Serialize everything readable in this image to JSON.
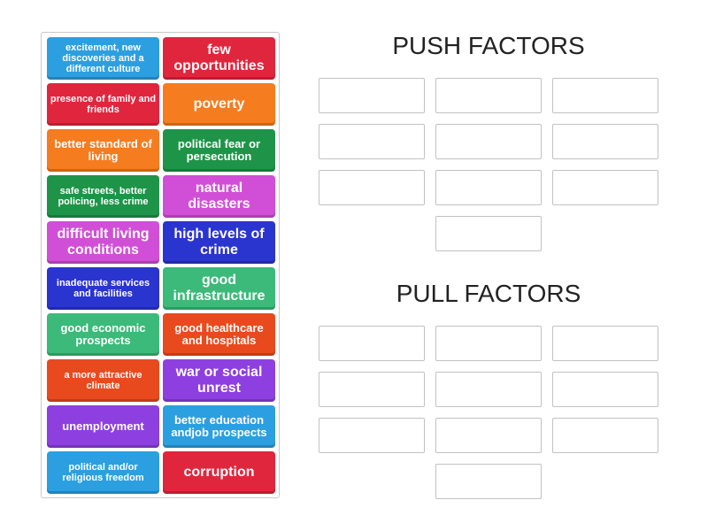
{
  "cards": [
    {
      "text": "excitement, new discoveries and a different culture",
      "color": "#2c9fe0",
      "size": "s"
    },
    {
      "text": "few opportunities",
      "color": "#e0263d",
      "size": "l"
    },
    {
      "text": "presence of family and friends",
      "color": "#e0263d",
      "size": "s"
    },
    {
      "text": "poverty",
      "color": "#f57c1f",
      "size": "l"
    },
    {
      "text": "better standard of living",
      "color": "#f57c1f",
      "size": "m"
    },
    {
      "text": "political fear or persecution",
      "color": "#1e9448",
      "size": "m"
    },
    {
      "text": "safe streets, better policing, less crime",
      "color": "#1e9448",
      "size": "s"
    },
    {
      "text": "natural disasters",
      "color": "#d14fd6",
      "size": "l"
    },
    {
      "text": "difficult living conditions",
      "color": "#d14fd6",
      "size": "l"
    },
    {
      "text": "high levels of crime",
      "color": "#2a34cf",
      "size": "l"
    },
    {
      "text": "inadequate services and facilities",
      "color": "#2a34cf",
      "size": "s"
    },
    {
      "text": "good infrastructure",
      "color": "#3bba7a",
      "size": "l"
    },
    {
      "text": "good economic prospects",
      "color": "#3bba7a",
      "size": "m"
    },
    {
      "text": "good healthcare and hospitals",
      "color": "#e84a1e",
      "size": "m"
    },
    {
      "text": "a more attractive climate",
      "color": "#e84a1e",
      "size": "s"
    },
    {
      "text": "war or social unrest",
      "color": "#8e3fe0",
      "size": "l"
    },
    {
      "text": "unemployment",
      "color": "#8e3fe0",
      "size": "m"
    },
    {
      "text": "better education andjob prospects",
      "color": "#2c9fe0",
      "size": "m"
    },
    {
      "text": "political and/or religious freedom",
      "color": "#2c9fe0",
      "size": "s"
    },
    {
      "text": "corruption",
      "color": "#e0263d",
      "size": "l"
    }
  ],
  "groups": [
    {
      "title": "PUSH FACTORS"
    },
    {
      "title": "PULL FACTORS"
    }
  ]
}
